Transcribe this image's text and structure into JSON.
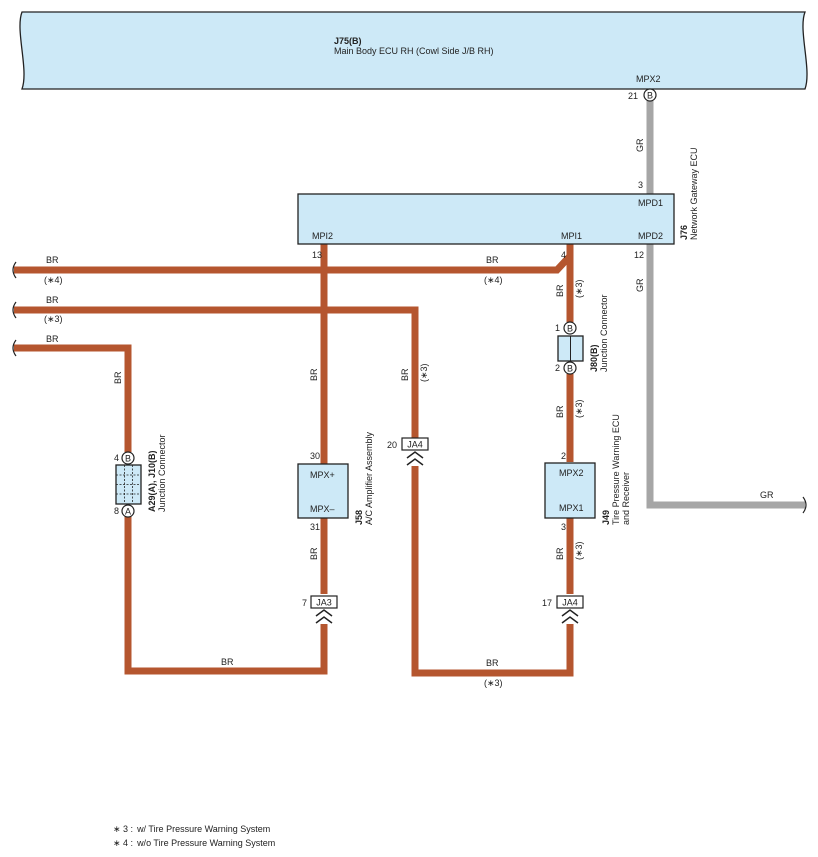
{
  "colors": {
    "wire_br": "#b5562f",
    "wire_gr": "#a6a6a6",
    "component_fill": "#cde9f7",
    "outline": "#222222"
  },
  "ecu_main": {
    "id": "J75(B)",
    "name": "Main Body ECU RH (Cowl Side J/B RH)",
    "terminal_name": "MPX2",
    "pin": "21",
    "pin_letter": "B"
  },
  "gateway": {
    "id": "J76",
    "name": "Network Gateway ECU",
    "terminals": {
      "mpd1": "MPD1",
      "mpi2": "MPI2",
      "mpi1": "MPI1",
      "mpd2": "MPD2"
    },
    "pins": {
      "mpd1": "3",
      "mpi2": "13",
      "mpi1": "4",
      "mpd2": "12"
    }
  },
  "junction_j80": {
    "id": "J80(B)",
    "name": "Junction Connector",
    "pin_top": "1",
    "pin_bottom": "2",
    "letter_top": "B",
    "letter_bottom": "B"
  },
  "junction_a29": {
    "id": "A29(A), J10(B)",
    "name": "Junction Connector",
    "pin_top": "4",
    "pin_bottom": "8",
    "letter_top": "B",
    "letter_bottom": "A"
  },
  "ac_amp": {
    "id": "J58",
    "name": "A/C Amplifier Assembly",
    "terminal_top": "MPX+",
    "terminal_bottom": "MPX–",
    "pin_top": "30",
    "pin_bottom": "31"
  },
  "tpms": {
    "id": "J49",
    "name_line1": "Tire Pressure Warning ECU",
    "name_line2": "and Receiver",
    "terminal_top": "MPX2",
    "terminal_bottom": "MPX1",
    "pin_top": "2",
    "pin_bottom": "3"
  },
  "connectors": {
    "ja4_mid": {
      "label": "JA4",
      "pin": "20"
    },
    "ja3": {
      "label": "JA3",
      "pin": "7"
    },
    "ja4_right": {
      "label": "JA4",
      "pin": "17"
    }
  },
  "wire_labels": {
    "br": "BR",
    "gr": "GR",
    "note3": "(∗3)",
    "note4": "(∗4)"
  },
  "legend": [
    {
      "mark": "∗ 3 :",
      "text": "w/ Tire Pressure Warning System"
    },
    {
      "mark": "∗ 4 :",
      "text": "w/o Tire Pressure Warning System"
    }
  ]
}
